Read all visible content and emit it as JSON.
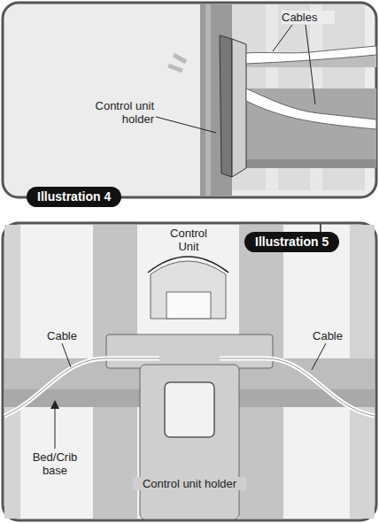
{
  "diagram": {
    "nodes": [
      {
        "text": [
          "Illustration 4"
        ]
      },
      {
        "text": [
          "Illustration 5"
        ]
      }
    ],
    "labels": [
      "Cables",
      "Control unit holder",
      "Control Unit",
      "Cable",
      "Cable",
      "Bed/Crib base",
      "Control unit holder"
    ]
  }
}
